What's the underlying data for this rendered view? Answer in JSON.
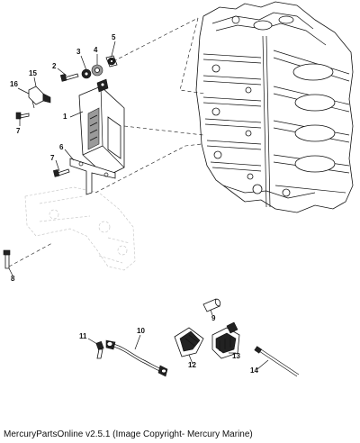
{
  "diagram": {
    "callouts": [
      "1",
      "2",
      "3",
      "4",
      "5",
      "6",
      "7",
      "7",
      "8",
      "9",
      "10",
      "11",
      "12",
      "13",
      "14",
      "15",
      "16"
    ]
  },
  "footer": {
    "text": "MercuryPartsOnline v2.5.1 (Image Copyright- Mercury Marine)"
  }
}
